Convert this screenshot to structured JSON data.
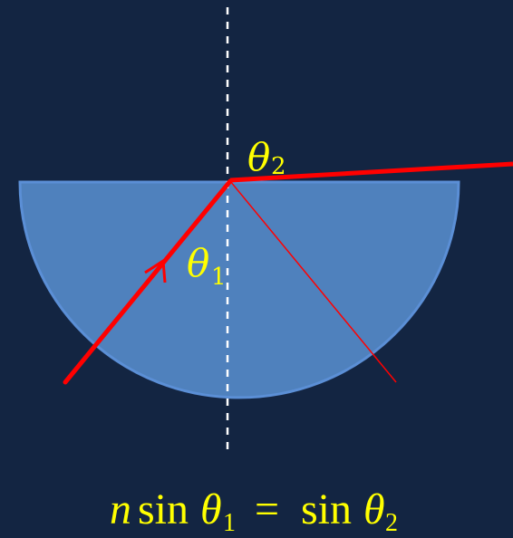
{
  "diagram": {
    "colors": {
      "background": "#132542",
      "lens_fill": "#4f81bd",
      "lens_edge": "#5b8fd6",
      "ray": "#ff0000",
      "normal": "#ffffff",
      "text": "#ffff00"
    },
    "labels": {
      "theta2": {
        "symbol": "θ",
        "subscript": "2"
      },
      "theta1": {
        "symbol": "θ",
        "subscript": "1"
      }
    },
    "equation": {
      "n": "n",
      "sin1": "sin",
      "theta1": "θ",
      "sub1": "1",
      "equals": "=",
      "sin2": "sin",
      "theta2": "θ",
      "sub2": "2"
    }
  }
}
